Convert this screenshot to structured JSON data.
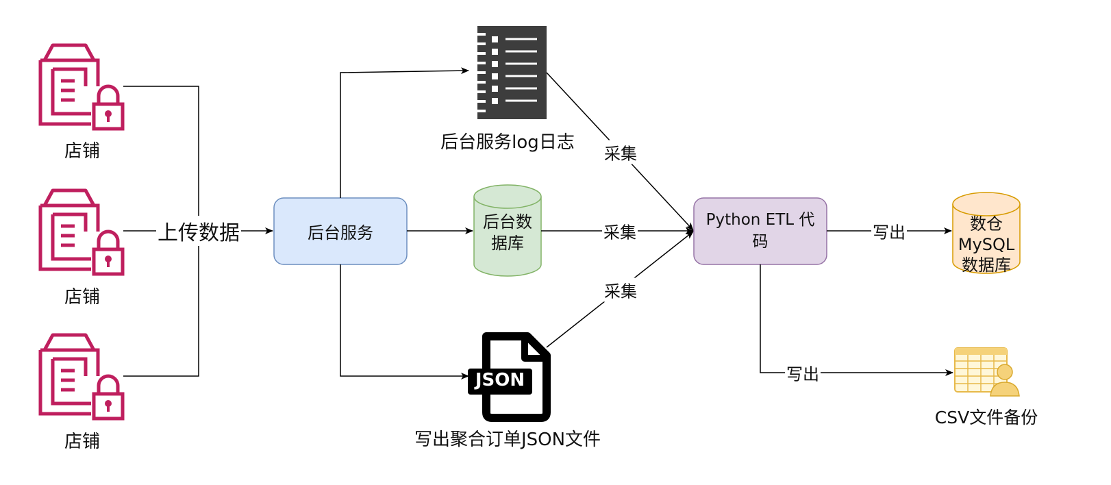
{
  "stores": [
    {
      "label": "店铺"
    },
    {
      "label": "店铺"
    },
    {
      "label": "店铺"
    }
  ],
  "edges": {
    "upload": "上传数据",
    "collect_log": "采集",
    "collect_db": "采集",
    "collect_json": "采集",
    "write_mysql": "写出",
    "write_csv": "写出"
  },
  "nodes": {
    "backend_service": "后台服务",
    "log": "后台服务log日志",
    "backend_db_line1": "后台数",
    "backend_db_line2": "据库",
    "json_file": "写出聚合订单JSON文件",
    "json_badge": "JSON",
    "etl_line1": "Python ETL 代",
    "etl_line2": "码",
    "mysql_line1": "数仓",
    "mysql_line2": "MySQL",
    "mysql_line3": "数据库",
    "csv": "CSV文件备份"
  },
  "colors": {
    "store_icon": "#bf1f5e",
    "service_fill": "#dae8fc",
    "service_stroke": "#6c8ebf",
    "db_fill": "#d5e8d4",
    "db_stroke": "#82b366",
    "etl_fill": "#e1d5e7",
    "etl_stroke": "#9673a6",
    "mysql_fill": "#ffe6cc",
    "mysql_stroke": "#d79b00",
    "log_icon": "#3d3d3d",
    "csv_icon": "#f5d27a"
  }
}
